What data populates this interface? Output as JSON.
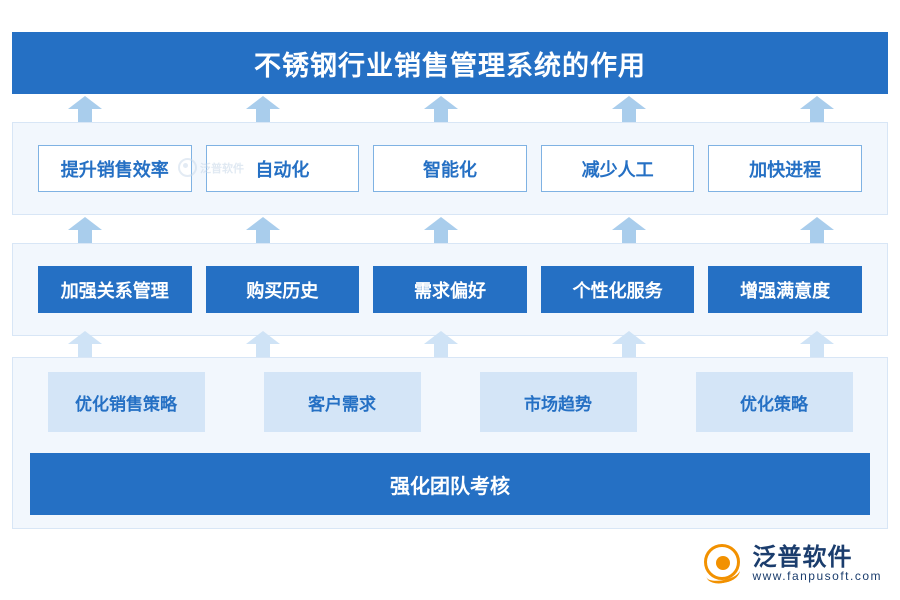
{
  "title": "不锈钢行业销售管理系统的作用",
  "rows": {
    "row1": {
      "items": [
        {
          "label": "提升销售效率"
        },
        {
          "label": "自动化"
        },
        {
          "label": "智能化"
        },
        {
          "label": "减少人工"
        },
        {
          "label": "加快进程"
        }
      ]
    },
    "row2": {
      "items": [
        {
          "label": "加强关系管理"
        },
        {
          "label": "购买历史"
        },
        {
          "label": "需求偏好"
        },
        {
          "label": "个性化服务"
        },
        {
          "label": "增强满意度"
        }
      ]
    },
    "row3": {
      "items": [
        {
          "label": "优化销售策略"
        },
        {
          "label": "客户需求"
        },
        {
          "label": "市场趋势"
        },
        {
          "label": "优化策略"
        }
      ],
      "footer": "强化团队考核"
    }
  },
  "watermark": {
    "small_text": "泛普软件"
  },
  "logo": {
    "cn": "泛普软件",
    "en": "www.fanpusoft.com"
  },
  "colors": {
    "brand_blue": "#2570c4",
    "light_blue": "#d4e5f7",
    "band_bg": "#f2f7fd",
    "arrow": "#a9cdec",
    "logo_orange": "#f29100"
  }
}
